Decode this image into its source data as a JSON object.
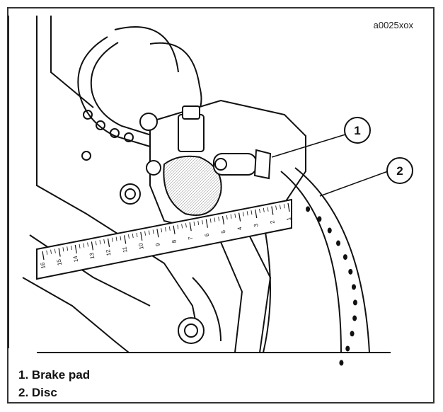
{
  "figure_code": "a0025xox",
  "callouts": [
    {
      "number": "1"
    },
    {
      "number": "2"
    }
  ],
  "legend": [
    {
      "text": "1. Brake pad"
    },
    {
      "text": "2. Disc"
    }
  ],
  "ruler": {
    "tick_labels": [
      "1",
      "2",
      "3",
      "4",
      "5",
      "6",
      "7",
      "8",
      "9",
      "10",
      "11",
      "12",
      "13",
      "14",
      "15",
      "16"
    ]
  }
}
